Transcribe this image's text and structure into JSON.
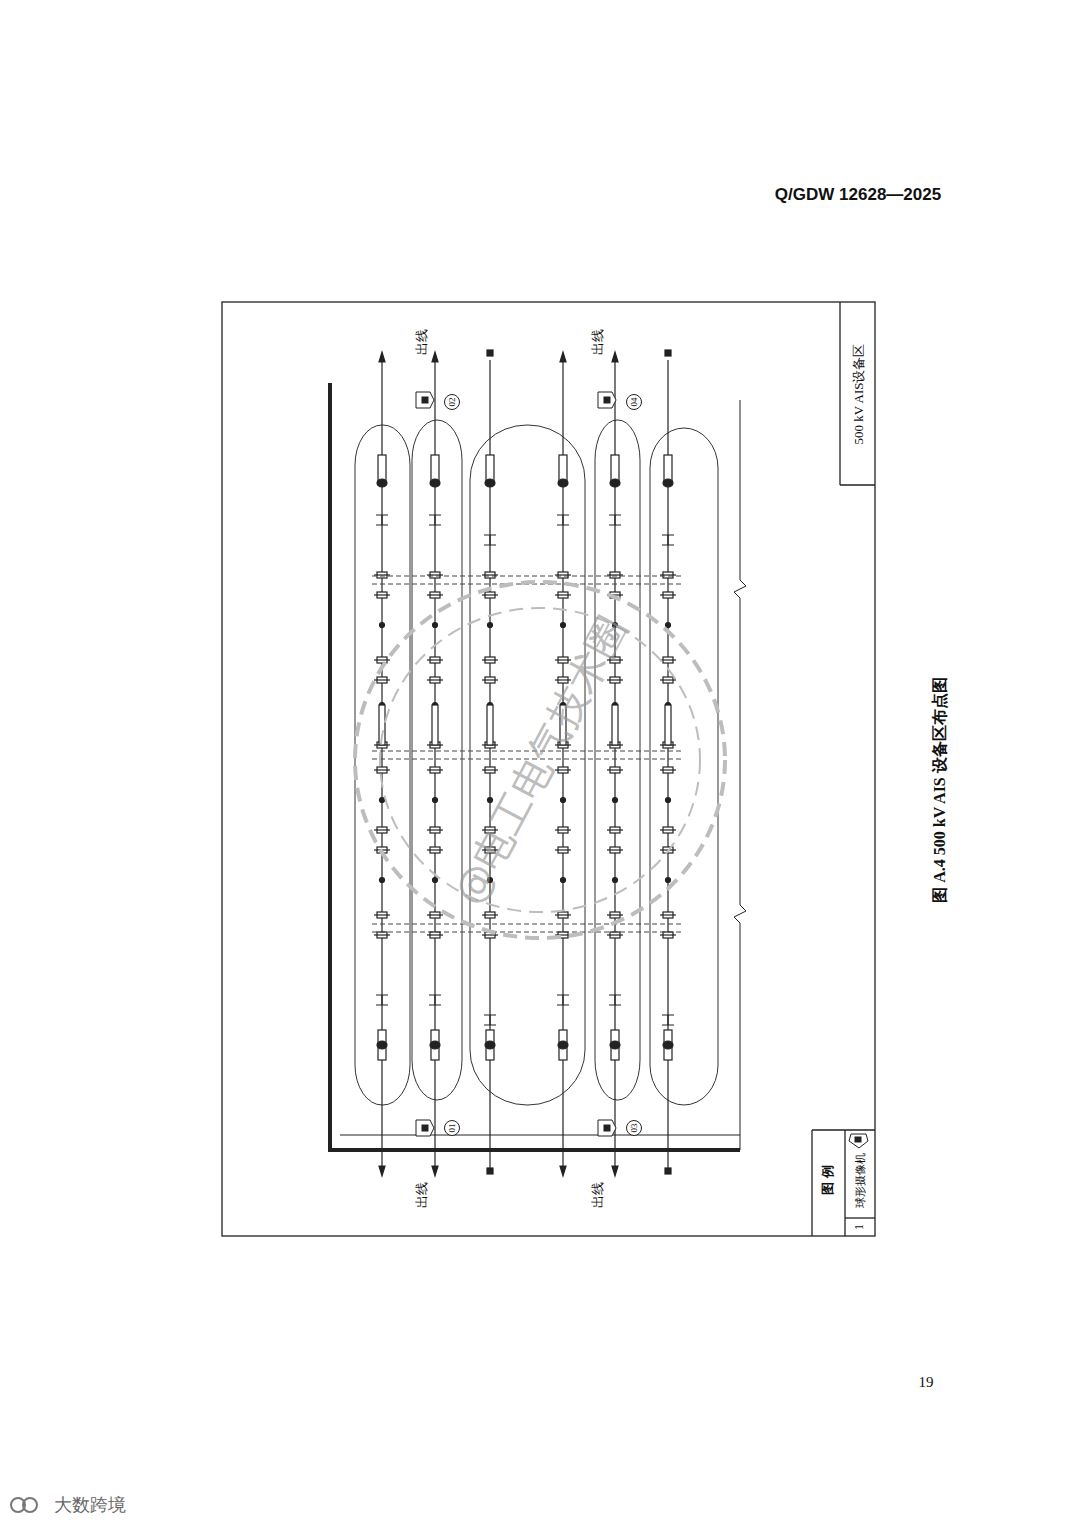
{
  "diagram": {
    "caption": "图 A.4 500 kV AIS 设备区布点图",
    "nodes": [
      {
        "text": [
          "500 kV AIS设备区"
        ]
      },
      {
        "text": [
          "01"
        ]
      },
      {
        "text": [
          "02"
        ]
      },
      {
        "text": [
          "03"
        ]
      },
      {
        "text": [
          "04"
        ]
      }
    ],
    "labels": [
      "Q/GDW 12628—2025",
      "出线",
      "出线",
      "出线",
      "出线",
      "图 例",
      "1",
      "19",
      "@电工电气技术圈",
      "大数跨境"
    ],
    "legend": [
      {
        "text": "球形摄像机"
      }
    ]
  }
}
